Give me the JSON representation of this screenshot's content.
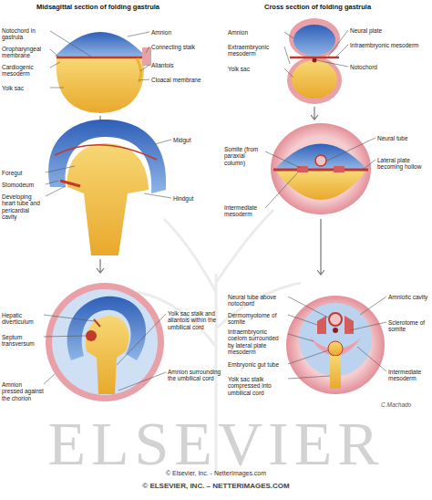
{
  "diagram": {
    "labels": [
      "Midsagittal section of folding gastrula",
      "Cross section of folding gastrula",
      "Notochord in gastrula",
      "Oropharyngeal membrane",
      "Cardiogenic mesoderm",
      "Yolk sac",
      "Amnion",
      "Connecting stalk",
      "Allantois",
      "Cloacal membrane",
      "Midgut",
      "Foregut",
      "Stomodeum",
      "Developing heart tube and pericardial cavity",
      "Hindgut",
      "Hepatic diverticulum",
      "Septum transversum",
      "Yolk sac stalk and allantois within the umbilical cord",
      "Amnion surrounding the umbilical cord",
      "Amnion pressed against the chorion",
      "Amnion",
      "Extraembryonic mesoderm",
      "Yolk sac",
      "Neural plate",
      "Intraembryonic mesoderm",
      "Notochord",
      "Somite (from paraxial column)",
      "Neural tube",
      "Lateral plate becoming hollow",
      "Intermediate mesoderm",
      "Neural tube above notochord",
      "Amniotic cavity",
      "Dermomyotome of somite",
      "Sclerotome of somite",
      "Intraembryonic coelom surrounded by lateral plate mesoderm",
      "Embryonic gut tube",
      "Yolk sac stalk compressed into umbilical cord",
      "Intermediate mesoderm",
      "C.Machado",
      "ELSEVIER",
      "© Elsevier, Inc. - NetterImages.com",
      "© ELSEVIER, INC. – NETTERIMAGES.COM"
    ]
  }
}
